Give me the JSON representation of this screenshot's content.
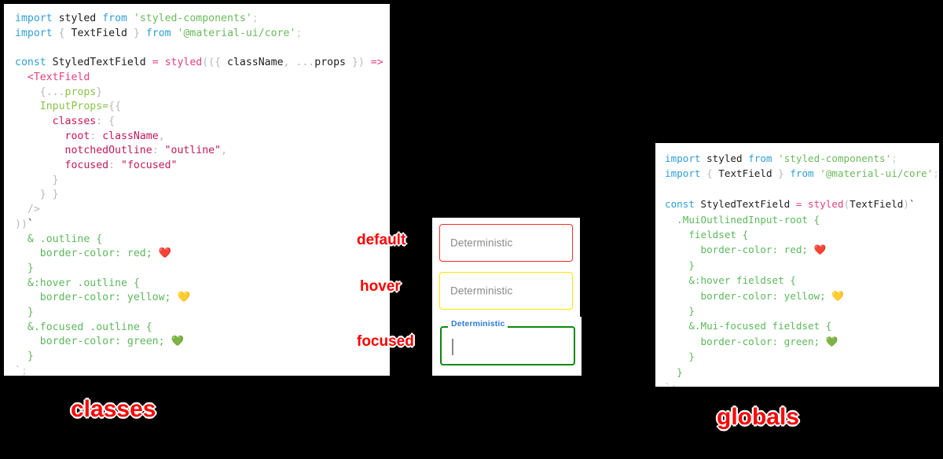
{
  "panels": {
    "classes": {
      "title": "classes",
      "lines": [
        [
          {
            "t": "import",
            "c": "kw"
          },
          {
            "t": " ",
            "c": "plain"
          },
          {
            "t": "styled",
            "c": "dark"
          },
          {
            "t": " ",
            "c": "plain"
          },
          {
            "t": "from",
            "c": "kw"
          },
          {
            "t": " ",
            "c": "plain"
          },
          {
            "t": "'styled-components'",
            "c": "str"
          },
          {
            "t": ";",
            "c": "semi"
          }
        ],
        [
          {
            "t": "import",
            "c": "kw"
          },
          {
            "t": " ",
            "c": "plain"
          },
          {
            "t": "{",
            "c": "punct"
          },
          {
            "t": " ",
            "c": "plain"
          },
          {
            "t": "TextField",
            "c": "dark"
          },
          {
            "t": " ",
            "c": "plain"
          },
          {
            "t": "}",
            "c": "punct"
          },
          {
            "t": " ",
            "c": "plain"
          },
          {
            "t": "from",
            "c": "kw"
          },
          {
            "t": " ",
            "c": "plain"
          },
          {
            "t": "'@material-ui/core'",
            "c": "str"
          },
          {
            "t": ";",
            "c": "semi"
          }
        ],
        [],
        [
          {
            "t": "const",
            "c": "kw"
          },
          {
            "t": " ",
            "c": "plain"
          },
          {
            "t": "StyledTextField",
            "c": "dark"
          },
          {
            "t": " ",
            "c": "plain"
          },
          {
            "t": "=",
            "c": "op"
          },
          {
            "t": " ",
            "c": "plain"
          },
          {
            "t": "styled",
            "c": "fn"
          },
          {
            "t": "((",
            "c": "punct"
          },
          {
            "t": "{",
            "c": "punct"
          },
          {
            "t": " ",
            "c": "plain"
          },
          {
            "t": "className",
            "c": "dark"
          },
          {
            "t": ",",
            "c": "punct"
          },
          {
            "t": " ",
            "c": "plain"
          },
          {
            "t": "...",
            "c": "punct"
          },
          {
            "t": "props",
            "c": "dark"
          },
          {
            "t": " ",
            "c": "plain"
          },
          {
            "t": "}",
            "c": "punct"
          },
          {
            "t": ")",
            "c": "punct"
          },
          {
            "t": " ",
            "c": "plain"
          },
          {
            "t": "=>",
            "c": "op"
          },
          {
            "t": " ",
            "c": "plain"
          },
          {
            "t": "(",
            "c": "punct"
          }
        ],
        [
          {
            "t": "  ",
            "c": "plain"
          },
          {
            "t": "<TextField",
            "c": "tag"
          }
        ],
        [
          {
            "t": "    ",
            "c": "plain"
          },
          {
            "t": "{",
            "c": "punct"
          },
          {
            "t": "...",
            "c": "punct"
          },
          {
            "t": "props",
            "c": "prop"
          },
          {
            "t": "}",
            "c": "punct"
          }
        ],
        [
          {
            "t": "    ",
            "c": "plain"
          },
          {
            "t": "InputProps",
            "c": "prop"
          },
          {
            "t": "=",
            "c": "prop"
          },
          {
            "t": "{{",
            "c": "punct"
          }
        ],
        [
          {
            "t": "      ",
            "c": "plain"
          },
          {
            "t": "classes",
            "c": "key"
          },
          {
            "t": ":",
            "c": "punct"
          },
          {
            "t": " ",
            "c": "plain"
          },
          {
            "t": "{",
            "c": "punct"
          }
        ],
        [
          {
            "t": "        ",
            "c": "plain"
          },
          {
            "t": "root",
            "c": "key"
          },
          {
            "t": ":",
            "c": "punct"
          },
          {
            "t": " ",
            "c": "plain"
          },
          {
            "t": "className",
            "c": "key"
          },
          {
            "t": ",",
            "c": "punct"
          }
        ],
        [
          {
            "t": "        ",
            "c": "plain"
          },
          {
            "t": "notchedOutline",
            "c": "key"
          },
          {
            "t": ":",
            "c": "punct"
          },
          {
            "t": " ",
            "c": "plain"
          },
          {
            "t": "\"outline\"",
            "c": "key"
          },
          {
            "t": ",",
            "c": "punct"
          }
        ],
        [
          {
            "t": "        ",
            "c": "plain"
          },
          {
            "t": "focused",
            "c": "key"
          },
          {
            "t": ":",
            "c": "punct"
          },
          {
            "t": " ",
            "c": "plain"
          },
          {
            "t": "\"focused\"",
            "c": "key"
          }
        ],
        [
          {
            "t": "      ",
            "c": "plain"
          },
          {
            "t": "}",
            "c": "punct"
          }
        ],
        [
          {
            "t": "    ",
            "c": "plain"
          },
          {
            "t": "} }",
            "c": "punct"
          }
        ],
        [
          {
            "t": "  ",
            "c": "plain"
          },
          {
            "t": "/>",
            "c": "punct"
          }
        ],
        [
          {
            "t": "))",
            "c": "punct"
          },
          {
            "t": "`",
            "c": "dark"
          }
        ],
        [
          {
            "t": "  ",
            "c": "plain"
          },
          {
            "t": "& .outline {",
            "c": "css"
          }
        ],
        [
          {
            "t": "    ",
            "c": "plain"
          },
          {
            "t": "border-color: red; ",
            "c": "css"
          },
          {
            "t": "❤️",
            "c": "emoji"
          }
        ],
        [
          {
            "t": "  ",
            "c": "plain"
          },
          {
            "t": "}",
            "c": "css"
          }
        ],
        [
          {
            "t": "  ",
            "c": "plain"
          },
          {
            "t": "&:hover .outline {",
            "c": "css"
          }
        ],
        [
          {
            "t": "    ",
            "c": "plain"
          },
          {
            "t": "border-color: yellow; ",
            "c": "css"
          },
          {
            "t": "💛",
            "c": "emoji"
          }
        ],
        [
          {
            "t": "  ",
            "c": "plain"
          },
          {
            "t": "}",
            "c": "css"
          }
        ],
        [
          {
            "t": "  ",
            "c": "plain"
          },
          {
            "t": "&.focused .outline {",
            "c": "css"
          }
        ],
        [
          {
            "t": "    ",
            "c": "plain"
          },
          {
            "t": "border-color: green; ",
            "c": "css"
          },
          {
            "t": "💚",
            "c": "emoji"
          }
        ],
        [
          {
            "t": "  ",
            "c": "plain"
          },
          {
            "t": "}",
            "c": "css"
          }
        ],
        [
          {
            "t": "`",
            "c": "punct"
          },
          {
            "t": ";",
            "c": "semi"
          }
        ]
      ]
    },
    "globals": {
      "title": "globals",
      "lines": [
        [
          {
            "t": "import",
            "c": "kw"
          },
          {
            "t": " ",
            "c": "plain"
          },
          {
            "t": "styled",
            "c": "dark"
          },
          {
            "t": " ",
            "c": "plain"
          },
          {
            "t": "from",
            "c": "kw"
          },
          {
            "t": " ",
            "c": "plain"
          },
          {
            "t": "'styled-components'",
            "c": "str"
          },
          {
            "t": ";",
            "c": "semi"
          }
        ],
        [
          {
            "t": "import",
            "c": "kw"
          },
          {
            "t": " ",
            "c": "plain"
          },
          {
            "t": "{",
            "c": "punct"
          },
          {
            "t": " ",
            "c": "plain"
          },
          {
            "t": "TextField",
            "c": "dark"
          },
          {
            "t": " ",
            "c": "plain"
          },
          {
            "t": "}",
            "c": "punct"
          },
          {
            "t": " ",
            "c": "plain"
          },
          {
            "t": "from",
            "c": "kw"
          },
          {
            "t": " ",
            "c": "plain"
          },
          {
            "t": "'@material-ui/core'",
            "c": "str"
          },
          {
            "t": ";",
            "c": "semi"
          }
        ],
        [],
        [
          {
            "t": "const",
            "c": "kw"
          },
          {
            "t": " ",
            "c": "plain"
          },
          {
            "t": "StyledTextField",
            "c": "dark"
          },
          {
            "t": " ",
            "c": "plain"
          },
          {
            "t": "=",
            "c": "op"
          },
          {
            "t": " ",
            "c": "plain"
          },
          {
            "t": "styled",
            "c": "fn"
          },
          {
            "t": "(",
            "c": "punct"
          },
          {
            "t": "TextField",
            "c": "dark"
          },
          {
            "t": ")",
            "c": "punct"
          },
          {
            "t": "`",
            "c": "dark"
          }
        ],
        [
          {
            "t": "  ",
            "c": "plain"
          },
          {
            "t": ".MuiOutlinedInput-root {",
            "c": "css"
          }
        ],
        [
          {
            "t": "    ",
            "c": "plain"
          },
          {
            "t": "fieldset {",
            "c": "css"
          }
        ],
        [
          {
            "t": "      ",
            "c": "plain"
          },
          {
            "t": "border-color: red; ",
            "c": "css"
          },
          {
            "t": "❤️",
            "c": "emoji"
          }
        ],
        [
          {
            "t": "    ",
            "c": "plain"
          },
          {
            "t": "}",
            "c": "css"
          }
        ],
        [
          {
            "t": "    ",
            "c": "plain"
          },
          {
            "t": "&:hover fieldset {",
            "c": "css"
          }
        ],
        [
          {
            "t": "      ",
            "c": "plain"
          },
          {
            "t": "border-color: yellow; ",
            "c": "css"
          },
          {
            "t": "💛",
            "c": "emoji"
          }
        ],
        [
          {
            "t": "    ",
            "c": "plain"
          },
          {
            "t": "}",
            "c": "css"
          }
        ],
        [
          {
            "t": "    ",
            "c": "plain"
          },
          {
            "t": "&.Mui-focused fieldset {",
            "c": "css"
          }
        ],
        [
          {
            "t": "      ",
            "c": "plain"
          },
          {
            "t": "border-color: green; ",
            "c": "css"
          },
          {
            "t": "💚",
            "c": "emoji"
          }
        ],
        [
          {
            "t": "    ",
            "c": "plain"
          },
          {
            "t": "}",
            "c": "css"
          }
        ],
        [
          {
            "t": "  ",
            "c": "plain"
          },
          {
            "t": "}",
            "c": "css"
          }
        ],
        [
          {
            "t": "`",
            "c": "punct"
          },
          {
            "t": ";",
            "c": "semi"
          }
        ]
      ]
    }
  },
  "demo": {
    "callouts": {
      "default": "default",
      "hover": "hover",
      "focused": "focused"
    },
    "fields": {
      "default": {
        "value": "Deterministic",
        "border_color": "#ff2b2b"
      },
      "hover": {
        "value": "Deterministic",
        "border_color": "#ffe400"
      },
      "focused": {
        "label": "Deterministic",
        "value": "",
        "border_color": "#0b8a0b",
        "label_color": "#2f7ad4"
      }
    }
  },
  "colors": {
    "background": "#000000",
    "panel": "#ffffff",
    "callout": "#ff0000",
    "keyword": "#2e9fd7",
    "string": "#6aba5a",
    "operator": "#e0417e",
    "css": "#5cb85c",
    "key": "#c2185b"
  }
}
